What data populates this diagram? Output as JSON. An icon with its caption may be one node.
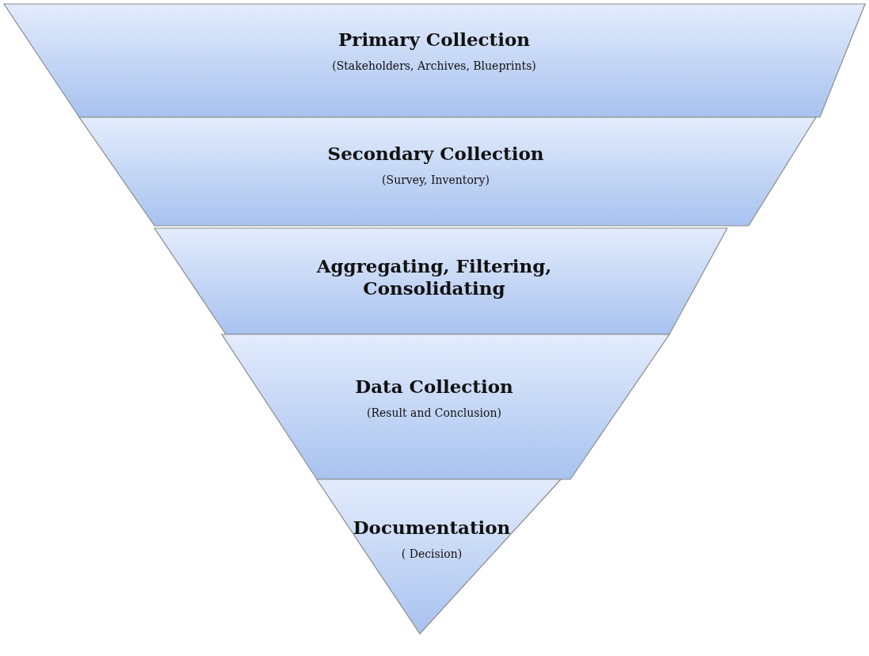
{
  "diagram": {
    "nodes": [
      {
        "text": [
          "Primary Collection",
          "(Stakeholders, Archives, Blueprints)"
        ]
      },
      {
        "text": [
          "Secondary Collection",
          "(Survey, Inventory)"
        ]
      },
      {
        "text": [
          "Aggregating, Filtering, Consolidating"
        ]
      },
      {
        "text": [
          "Data Collection",
          "(Result and Conclusion)"
        ]
      },
      {
        "text": [
          "Documentation",
          "( Decision)"
        ]
      }
    ]
  }
}
